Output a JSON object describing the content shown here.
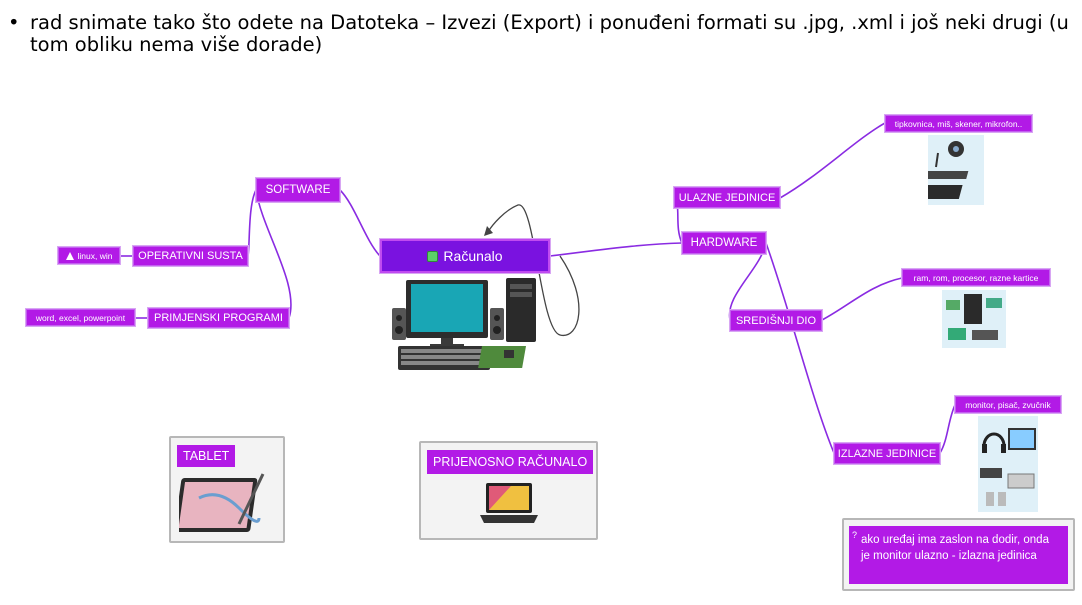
{
  "header": {
    "bullet": "•",
    "text": "rad snimate tako što odete na Datoteka – Izvezi (Export) i ponuđeni formati su .jpg, .xml i još neki drugi (u tom obliku nema više dorade)"
  },
  "mindmap": {
    "root": "Računalo",
    "software": {
      "label": "SOFTWARE",
      "operativni": "OPERATIVNI SUSTA",
      "operativni_leaf": "linux, win",
      "primjenski": "PRIMJENSKI PROGRAMI",
      "primjenski_leaf": "word, excel, powerpoint"
    },
    "hardware": {
      "label": "HARDWARE",
      "ulazne": "ULAZNE JEDINICE",
      "ulazne_leaf": "tipkovnica, miš, skener, mikrofon..",
      "sredisnji": "SREDIŠNJI DIO",
      "sredisnji_leaf": "ram, rom, procesor, razne kartice",
      "izlazne": "IZLAZNE JEDINICE",
      "izlazne_leaf": "monitor, pisač, zvučnik"
    }
  },
  "panels": {
    "tablet": "TABLET",
    "laptop": "PRIJENOSNO RAČUNALO"
  },
  "note": {
    "icon": "?",
    "text": "ako uređaj ima zaslon na dodir, onda je monitor ulazno - izlazna jedinica"
  },
  "colors": {
    "node": "#b21ae6",
    "root": "#7a12e0",
    "link": "#8a2be2"
  }
}
